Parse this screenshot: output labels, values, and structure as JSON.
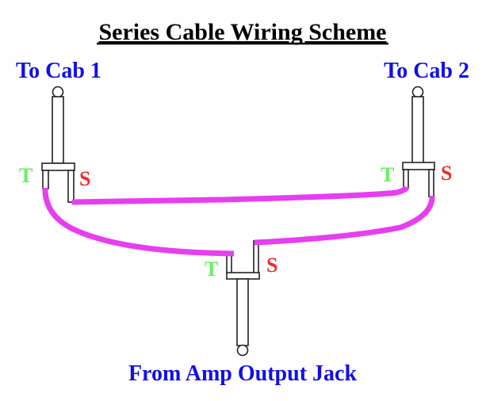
{
  "title": "Series Cable Wiring Scheme",
  "labels": {
    "cab1": "To Cab 1",
    "cab2": "To Cab 2",
    "amp": "From Amp Output Jack"
  },
  "plugs": [
    {
      "id": "cab1",
      "tip_label": "T",
      "sleeve_label": "S"
    },
    {
      "id": "cab2",
      "tip_label": "T",
      "sleeve_label": "S"
    },
    {
      "id": "amp",
      "tip_label": "T",
      "sleeve_label": "S"
    }
  ],
  "connections": [
    {
      "from": "cab1.sleeve",
      "to": "cab2.tip"
    },
    {
      "from": "cab1.tip",
      "to": "amp.tip"
    },
    {
      "from": "cab2.sleeve",
      "to": "amp.sleeve"
    }
  ],
  "colors": {
    "wire": "#e63ef0",
    "tip_label": "#66f060",
    "sleeve_label": "#e83030",
    "jack_label": "#1010e8",
    "title": "#000000"
  }
}
